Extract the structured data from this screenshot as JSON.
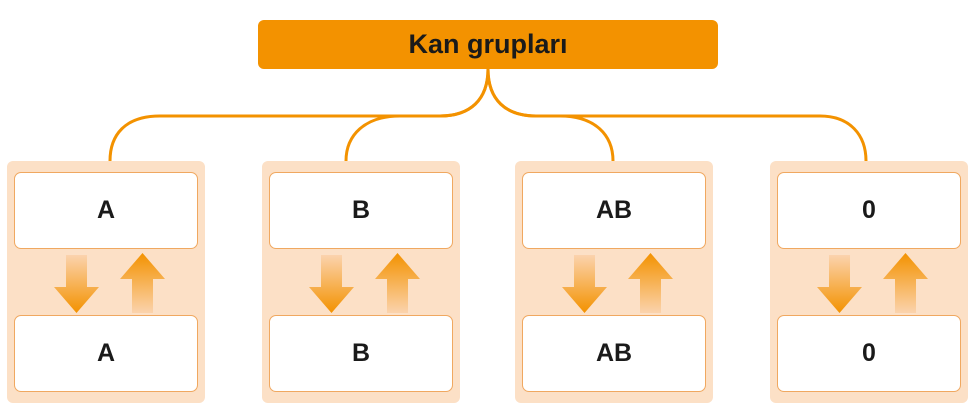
{
  "title": "Kan grupları",
  "colors": {
    "accent": "#f39200",
    "group_background": "#fce0c6",
    "cell_border": "#f0a860",
    "arrow": "#f39200"
  },
  "groups": [
    {
      "top": "A",
      "bottom": "A"
    },
    {
      "top": "B",
      "bottom": "B"
    },
    {
      "top": "AB",
      "bottom": "AB"
    },
    {
      "top": "0",
      "bottom": "0"
    }
  ]
}
